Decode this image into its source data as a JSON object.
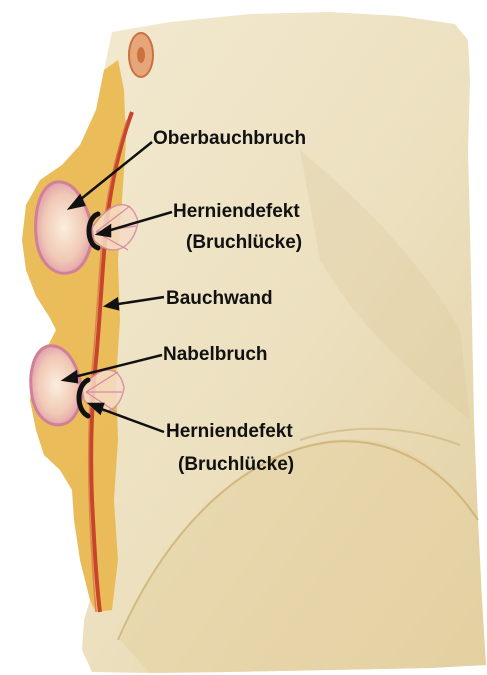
{
  "labels": {
    "oberbauchbruch": "Oberbauchbruch",
    "herniendefekt_1_line1": "Herniendefekt",
    "herniendefekt_1_line2": "(Bruchlücke)",
    "bauchwand": "Bauchwand",
    "nabelbruch": "Nabelbruch",
    "herniendefekt_2_line1": "Herniendefekt",
    "herniendefekt_2_line2": "(Bruchlücke)"
  },
  "colors": {
    "paper": "#efe3c4",
    "paper_shadow": "#dcc79a",
    "wall_yellow": "#e9b84e",
    "muscle_red": "#c8452c",
    "hernia_pink": "#d98fa6",
    "defect_black": "#111111",
    "label_text": "#111111"
  }
}
